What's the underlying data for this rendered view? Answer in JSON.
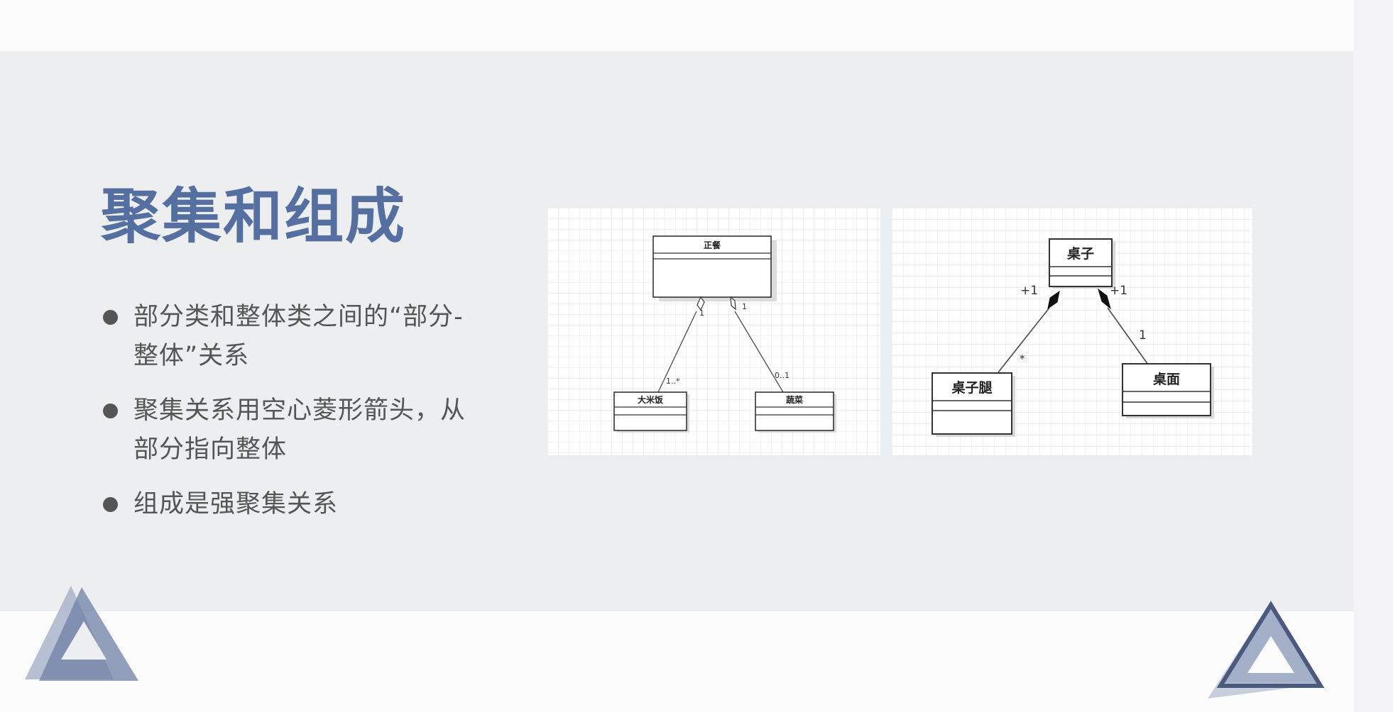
{
  "slide": {
    "title": "聚集和组成",
    "bullets": [
      "部分类和整体类之间的“部分-整体”关系",
      "聚集关系用空心菱形箭头，从部分指向整体",
      "组成是强聚集关系"
    ]
  },
  "colors": {
    "title": "#5570a0",
    "text": "#555555",
    "band": "#edeeef",
    "triangle": "#6f80a4"
  },
  "aggregation_diagram": {
    "whole": "正餐",
    "parts": [
      {
        "name": "大米饭",
        "whole_multiplicity": "1",
        "part_multiplicity": "1..*"
      },
      {
        "name": "蔬菜",
        "whole_multiplicity": "1",
        "part_multiplicity": "0..1"
      }
    ]
  },
  "composition_diagram": {
    "whole": "桌子",
    "parts": [
      {
        "name": "桌子腿",
        "whole_multiplicity": "+1",
        "part_multiplicity": "*"
      },
      {
        "name": "桌面",
        "whole_multiplicity": "+1",
        "part_multiplicity": "1"
      }
    ]
  }
}
